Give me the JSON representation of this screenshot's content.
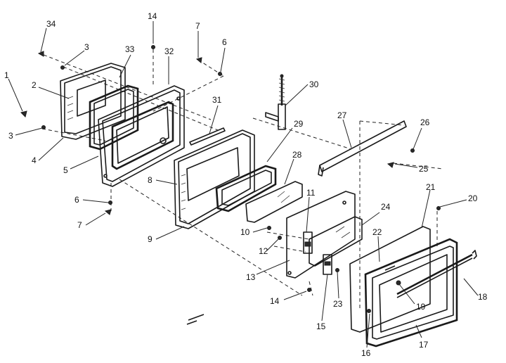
{
  "diagram": {
    "labels": {
      "l1": "1",
      "l2": "2",
      "l3a": "3",
      "l3b": "3",
      "l4": "4",
      "l5": "5",
      "l6a": "6",
      "l6b": "6",
      "l7a": "7",
      "l7b": "7",
      "l8": "8",
      "l9": "9",
      "l10": "10",
      "l11": "11",
      "l12": "12",
      "l13": "13",
      "l14a": "14",
      "l14b": "14",
      "l15": "15",
      "l16": "16",
      "l17": "17",
      "l18": "18",
      "l19": "19",
      "l20": "20",
      "l21": "21",
      "l22": "22",
      "l23": "23",
      "l24": "24",
      "l25": "25",
      "l26": "26",
      "l27": "27",
      "l28": "28",
      "l29": "29",
      "l30": "30",
      "l31": "31",
      "l32": "32",
      "l33": "33",
      "l34": "34"
    }
  }
}
